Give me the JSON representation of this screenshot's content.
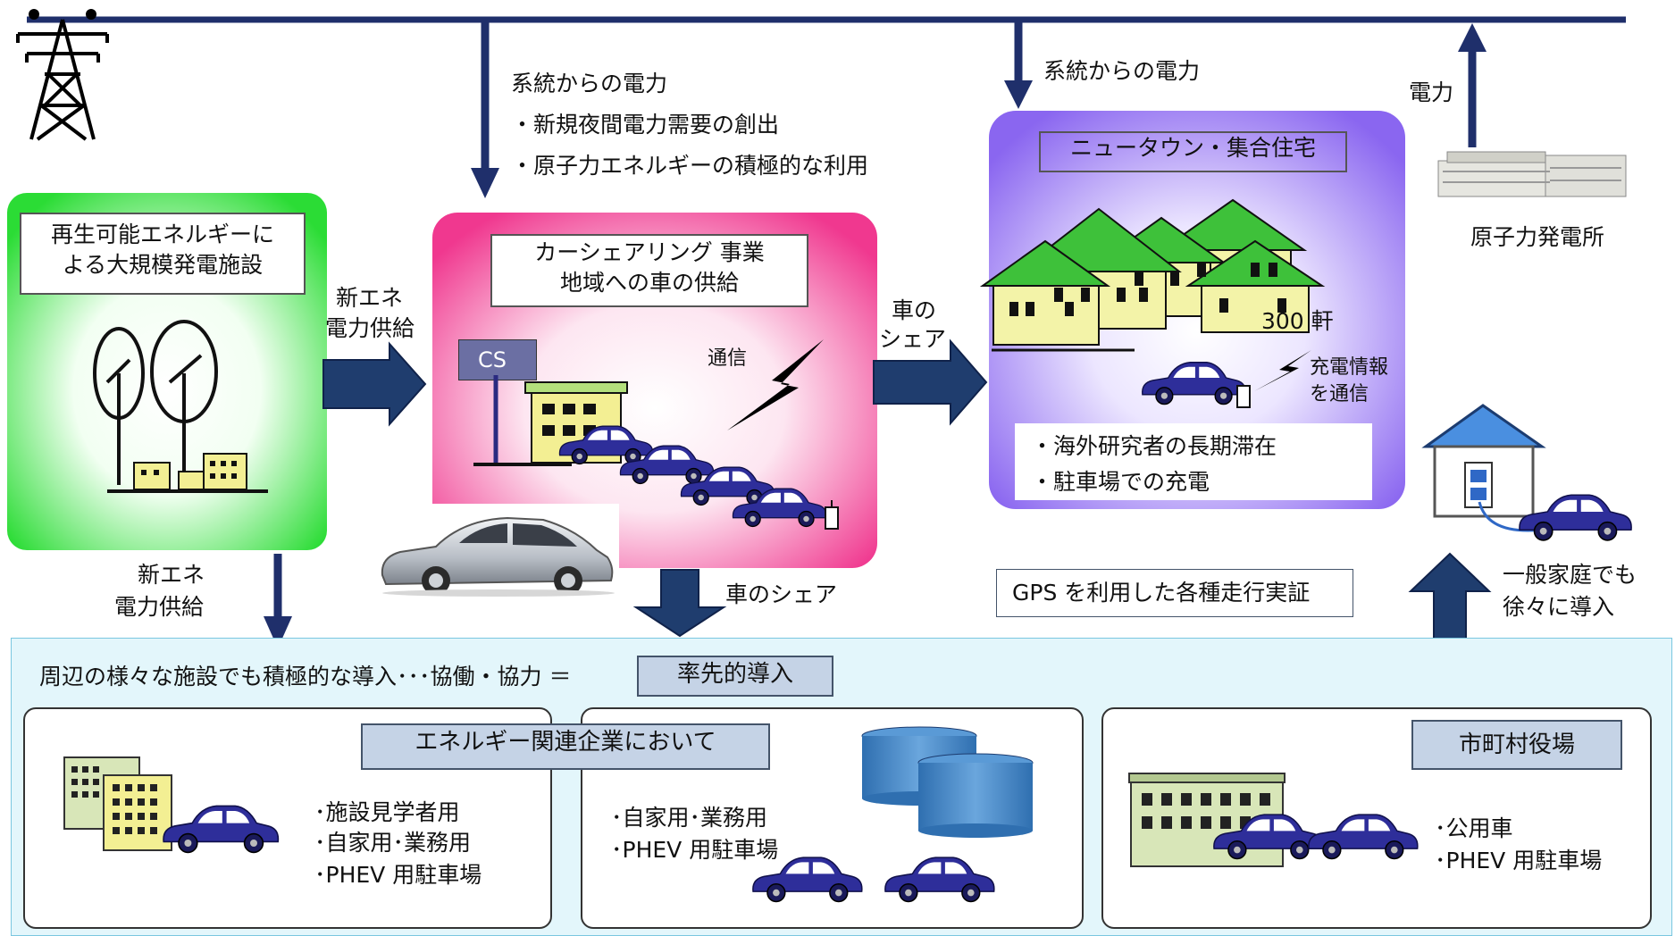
{
  "grid": {
    "power_top_label": "系統からの電力",
    "bullet_new_demand": "・新規夜間電力需要の創出",
    "bullet_nuclear_use": "・原子力エネルギーの積極的な利用",
    "power_right_label": "系統からの電力",
    "power_label": "電力"
  },
  "renewable": {
    "title_line1": "再生可能エネルギーに",
    "title_line2": "よる大規模発電施設",
    "supply_right_line1": "新エネ",
    "supply_right_line2": "電力供給",
    "supply_down_line1": "新エネ",
    "supply_down_line2": "電力供給"
  },
  "carshare": {
    "title_line1": "カーシェアリング 事業",
    "title_line2": "地域への車の供給",
    "cs_sign": "CS",
    "comm_label": "通信",
    "share_right_line1": "車の",
    "share_right_line2": "シェア",
    "share_down": "車のシェア"
  },
  "newtown": {
    "title": "ニュータウン・集合住宅",
    "count": "300 軒",
    "charge_info_line1": "充電情報",
    "charge_info_line2": "を通信",
    "bullet1": "・海外研究者の長期滞在",
    "bullet2": "・駐車場での充電"
  },
  "nuclear": {
    "label": "原子力発電所"
  },
  "gps": {
    "label": "GPS を利用した各種走行実証"
  },
  "household": {
    "line1": "一般家庭でも",
    "line2": "徐々に導入"
  },
  "bottom": {
    "intro": "周辺の様々な施設でも積極的な導入･･･協働・協力 ＝",
    "lead_badge": "率先的導入",
    "energy_title": "エネルギー関連企業において",
    "energy_list1_1": "･施設見学者用",
    "energy_list1_2": "･自家用･業務用",
    "energy_list1_3": "･PHEV 用駐車場",
    "energy_list2_1": "･自家用･業務用",
    "energy_list2_2": "･PHEV 用駐車場",
    "city_title": "市町村役場",
    "city_list1": "･公用車",
    "city_list2": "･PHEV 用駐車場"
  },
  "colors": {
    "arrow_navy": "#1f2f6b",
    "arrow_blue": "#1f3d6e",
    "green": "#29d63a",
    "pink": "#f0388f",
    "purple": "#8866ee",
    "car": "#2e2e9a"
  }
}
